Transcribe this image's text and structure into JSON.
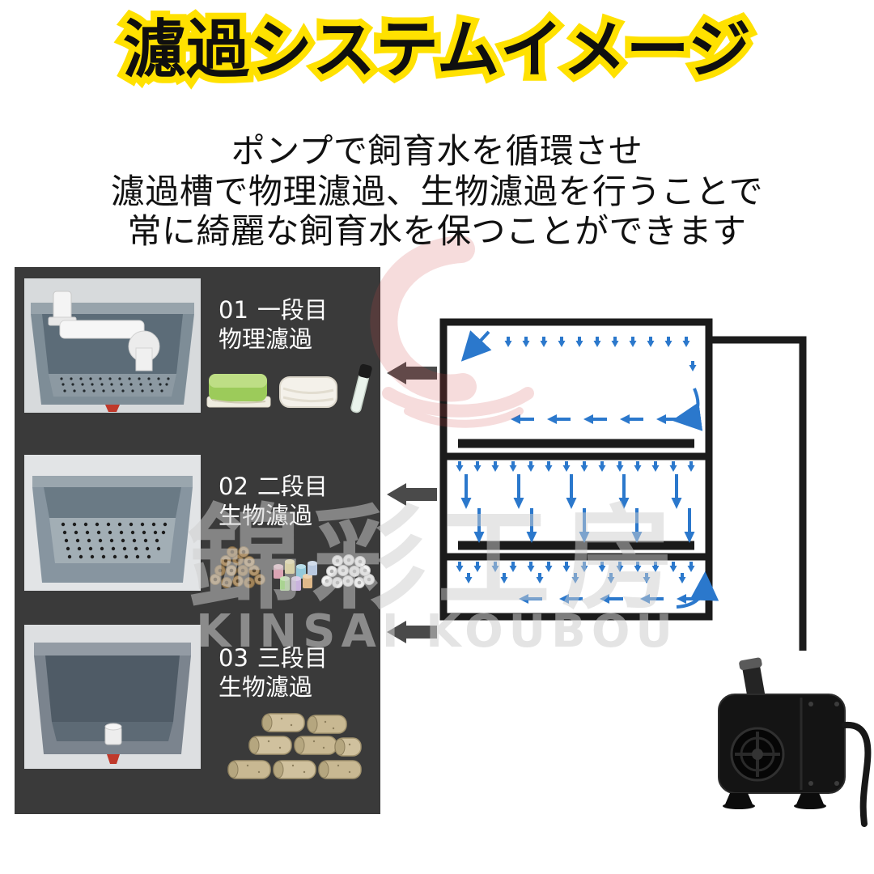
{
  "title": "濾過システムイメージ",
  "subtitle": {
    "line1": "ポンプで飼育水を循環させ",
    "line2": "濾過槽で物理濾過、生物濾過を行うことで",
    "line3": "常に綺麗な飼育水を保つことができます"
  },
  "stages": [
    {
      "number": "01",
      "name": "一段目",
      "type": "物理濾過",
      "media": [
        "green-filter-mat-image",
        "white-filter-wool-image",
        "cleaning-stick-image"
      ]
    },
    {
      "number": "02",
      "name": "二段目",
      "type": "生物濾過",
      "media": [
        "brown-ceramic-rings-image",
        "colored-ceramic-rings-image",
        "white-ceramic-rings-image"
      ]
    },
    {
      "number": "03",
      "name": "三段目",
      "type": "生物濾過",
      "media": [
        "bio-filter-sticks-image"
      ]
    }
  ],
  "diagram": {
    "chambers": 3,
    "flow_direction": "down-through-trays-then-back-to-pump",
    "pump": "water-pump-image"
  },
  "watermark": {
    "jp": "錦彩工房",
    "en": "KINSAI KOUBOU"
  },
  "colors": {
    "title_fill": "#0f0f0f",
    "title_outline": "#ffe100",
    "panel_bg": "#3a3a3a",
    "arrow_gray": "#4a4a4a",
    "schematic_line": "#1b1b1b",
    "arrow_blue": "#2b78cc",
    "logo_red": "#d04545"
  }
}
